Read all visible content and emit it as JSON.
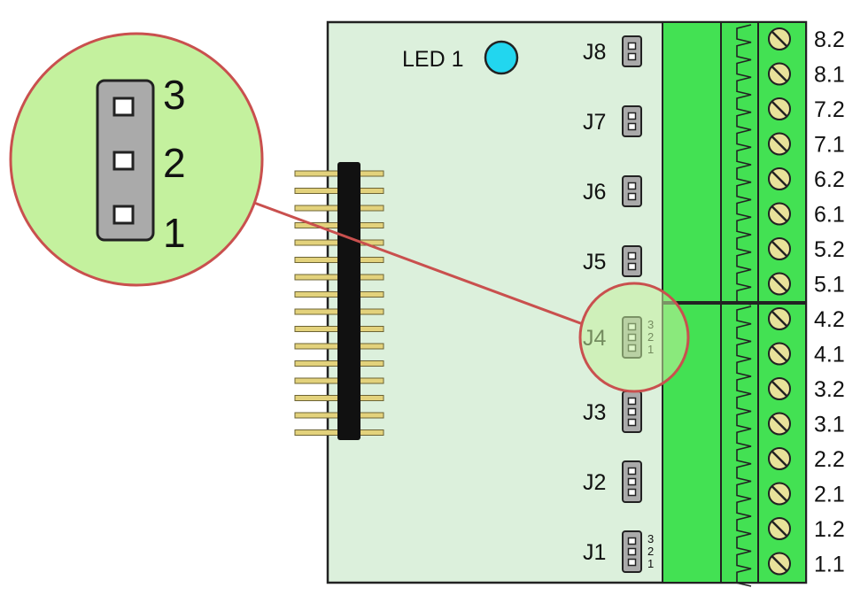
{
  "colors": {
    "board": "#dcf0dc",
    "board_outline": "#222222",
    "terminal_block": "#43e153",
    "screw": "#e8e29a",
    "led": "#22d6ef",
    "zoom_fill": "#c4f19e",
    "zoom_outline": "#c9504e",
    "jumper_body": "#aaaaaa"
  },
  "led": {
    "label": "LED 1"
  },
  "jumpers": [
    {
      "label": "J8",
      "pins": 2
    },
    {
      "label": "J7",
      "pins": 2
    },
    {
      "label": "J6",
      "pins": 2
    },
    {
      "label": "J5",
      "pins": 2
    },
    {
      "label": "J4",
      "pins": 3,
      "pin_labels": [
        "3",
        "2",
        "1"
      ],
      "highlighted": true
    },
    {
      "label": "J3",
      "pins": 3
    },
    {
      "label": "J2",
      "pins": 3
    },
    {
      "label": "J1",
      "pins": 3,
      "pin_labels": [
        "3",
        "2",
        "1"
      ]
    }
  ],
  "terminals": [
    "8.2",
    "8.1",
    "7.2",
    "7.1",
    "6.2",
    "6.1",
    "5.2",
    "5.1",
    "4.2",
    "4.1",
    "3.2",
    "3.1",
    "2.2",
    "2.1",
    "1.2",
    "1.1"
  ],
  "zoom": {
    "pin_labels": [
      "3",
      "2",
      "1"
    ]
  },
  "header_connector": {
    "pin_rows": 16
  }
}
